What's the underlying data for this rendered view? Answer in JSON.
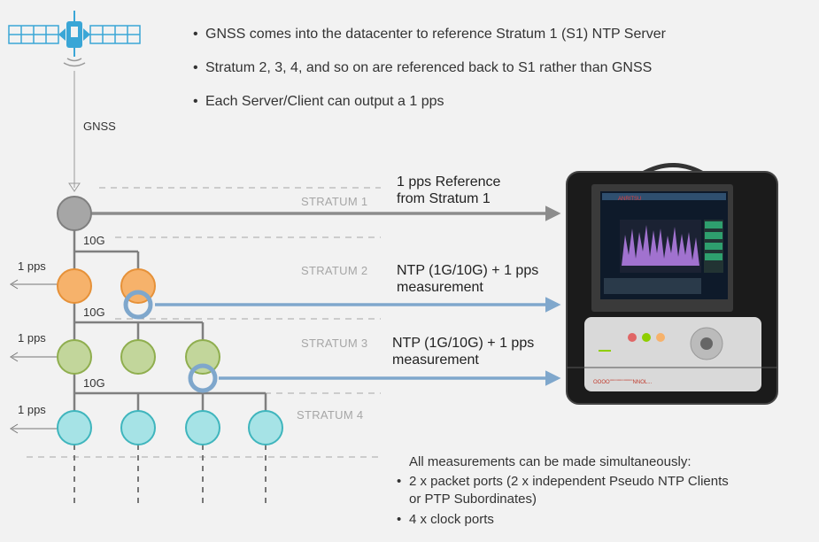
{
  "bullets": [
    "GNSS comes into the datacenter to reference Stratum 1 (S1) NTP Server",
    "Stratum 2, 3, 4, and so on are referenced back to S1 rather than GNSS",
    "Each Server/Client can output a 1 pps"
  ],
  "gnss_label": "GNSS",
  "strata": [
    "STRATUM 1",
    "STRATUM 2",
    "STRATUM 3",
    "STRATUM 4"
  ],
  "link_labels": [
    "10G",
    "10G",
    "10G"
  ],
  "pps_labels": [
    "1 pps",
    "1 pps",
    "1 pps"
  ],
  "arrow_labels": {
    "s1_line1": "1 pps Reference",
    "s1_line2": "from Stratum 1",
    "s2_line1": "NTP (1G/10G) + 1 pps",
    "s2_line2": "measurement",
    "s3_line1": "NTP (1G/10G) + 1 pps",
    "s3_line2": "measurement"
  },
  "footer": {
    "intro": "All measurements can be made simultaneously:",
    "item1_line1": "2 x packet ports (2 x independent Pseudo NTP Clients",
    "item1_line2": "or PTP Subordinates)",
    "item2": "4 x clock ports"
  },
  "colors": {
    "stratum1_node": "#a6a6a6",
    "stratum2_node": "#f6b26b",
    "stratum3_node": "#c2d69b",
    "stratum4_node": "#a6e3e6",
    "measurement_arrow": "#7fa7cc",
    "reference_arrow": "#8c8c8c"
  },
  "device_screen_text": "ANRITSU",
  "icons": [
    "satellite-icon",
    "test-instrument-icon"
  ]
}
